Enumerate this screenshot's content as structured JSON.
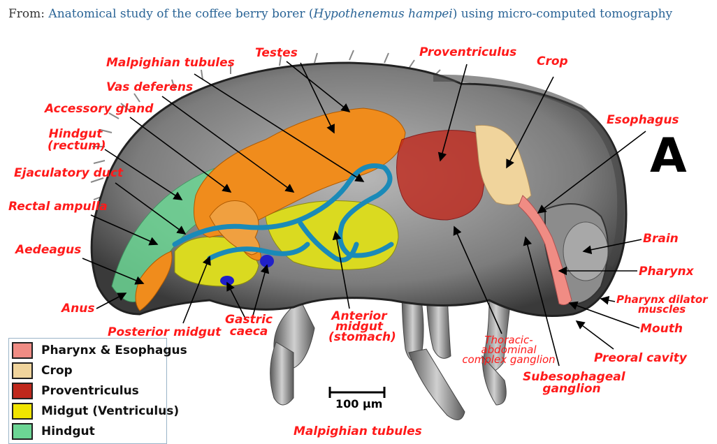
{
  "caption": {
    "prefix": "From: ",
    "link_before": "Anatomical study of the coffee berry borer (",
    "link_italic": "Hypothenemus hampei",
    "link_after": ") using micro-computed tomography"
  },
  "figure": {
    "panel_letter": "A",
    "scale_bar": "100 μm",
    "labels": {
      "malpighian_tubules_top": "Malpighian tubules",
      "testes": "Testes",
      "proventriculus": "Proventriculus",
      "crop": "Crop",
      "vas_deferens": "Vas deferens",
      "accessory_gland": "Accessory gland",
      "esophagus": "Esophagus",
      "hindgut_1": "Hindgut",
      "hindgut_2": "(rectum)",
      "ejaculatory_duct": "Ejaculatory duct",
      "rectal_ampulla": "Rectal ampulla",
      "aedeagus": "Aedeagus",
      "brain": "Brain",
      "pharynx": "Pharynx",
      "pharynx_dilator_1": "Pharynx dilator",
      "pharynx_dilator_2": "muscles",
      "mouth": "Mouth",
      "anus": "Anus",
      "gastric_caeca_1": "Gastric",
      "gastric_caeca_2": "caeca",
      "anterior_midgut_1": "Anterior",
      "anterior_midgut_2": "midgut",
      "anterior_midgut_3": "(stomach)",
      "posterior_midgut": "Posterior midgut",
      "thoracic_1": "Thoracic-",
      "thoracic_2": "abdominal",
      "thoracic_3": "complex ganglion",
      "preoral_cavity": "Preoral cavity",
      "subesophageal_1": "Subesophageal",
      "subesophageal_2": "ganglion",
      "malpighian_tubules_bottom": "Malpighian tubules"
    },
    "legend": [
      {
        "label": "Pharynx & Esophagus",
        "color": "#f08c84"
      },
      {
        "label": "Crop",
        "color": "#f0d49c"
      },
      {
        "label": "Proventriculus",
        "color": "#c0281c"
      },
      {
        "label": "Midgut (Ventriculus)",
        "color": "#f0e400"
      },
      {
        "label": "Hindgut",
        "color": "#6cd694"
      }
    ]
  }
}
